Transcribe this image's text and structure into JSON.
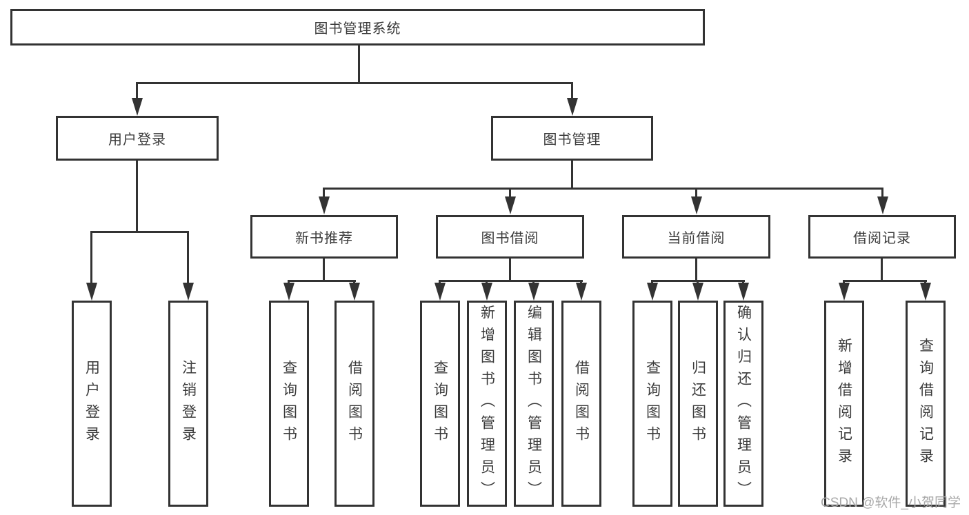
{
  "diagram_title": "图书管理系统",
  "tree": {
    "label": "图书管理系统",
    "children": [
      {
        "label": "用户登录",
        "children": [
          {
            "label": "用户登录"
          },
          {
            "label": "注销登录"
          }
        ]
      },
      {
        "label": "图书管理",
        "children": [
          {
            "label": "新书推荐",
            "children": [
              {
                "label": "查询图书"
              },
              {
                "label": "借阅图书"
              }
            ]
          },
          {
            "label": "图书借阅",
            "children": [
              {
                "label": "查询图书"
              },
              {
                "label": "新增图书（管理员）"
              },
              {
                "label": "编辑图书（管理员）"
              },
              {
                "label": "借阅图书"
              }
            ]
          },
          {
            "label": "当前借阅",
            "children": [
              {
                "label": "查询图书"
              },
              {
                "label": "归还图书"
              },
              {
                "label": "确认归还（管理员）"
              }
            ]
          },
          {
            "label": "借阅记录",
            "children": [
              {
                "label": "新增借阅记录"
              },
              {
                "label": "查询借阅记录"
              }
            ]
          }
        ]
      }
    ]
  },
  "watermark": "CSDN @软件_小贺同学",
  "colors": {
    "line": "#333333",
    "text": "#3a3a3a",
    "watermark": "#a8a8a8",
    "background": "#ffffff"
  }
}
